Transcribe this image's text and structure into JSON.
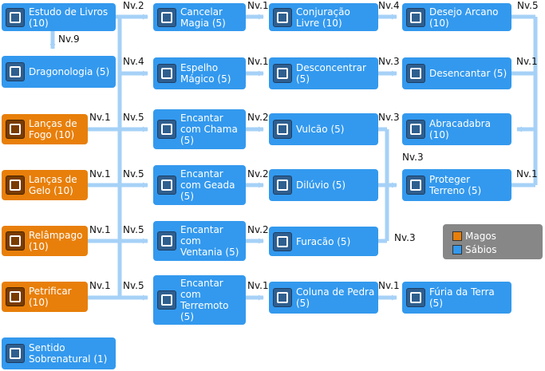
{
  "colors": {
    "sabio": "#3399ee",
    "mago": "#e87f0a",
    "line": "#a6d1f7",
    "legend_bg": "#878787"
  },
  "nodes": [
    {
      "id": "estudo",
      "label": "Estudo de Livros (10)",
      "class": "sabio",
      "icon": "book-icon"
    },
    {
      "id": "dragonologia",
      "label": "Dragonologia (5)",
      "class": "sabio",
      "icon": "dragon-icon"
    },
    {
      "id": "lancas-fogo",
      "label": "Lanças de Fogo (10)",
      "class": "mago",
      "icon": "fire-spear-icon"
    },
    {
      "id": "lancas-gelo",
      "label": "Lanças de Gelo (10)",
      "class": "mago",
      "icon": "ice-spear-icon"
    },
    {
      "id": "relampago",
      "label": "Relâmpago (10)",
      "class": "mago",
      "icon": "lightning-icon"
    },
    {
      "id": "petrificar",
      "label": "Petrificar (10)",
      "class": "mago",
      "icon": "stone-icon"
    },
    {
      "id": "sentido",
      "label": "Sentido Sobrenatural (1)",
      "class": "sabio",
      "icon": "sense-icon"
    },
    {
      "id": "cancelar",
      "label": "Cancelar Magia (5)",
      "class": "sabio",
      "icon": "cancel-magic-icon"
    },
    {
      "id": "espelho",
      "label": "Espelho Mágico (5)",
      "class": "sabio",
      "icon": "mirror-icon"
    },
    {
      "id": "enc-chama",
      "label": "Encantar com Chama (5)",
      "class": "sabio",
      "icon": "flame-enchant-icon"
    },
    {
      "id": "enc-geada",
      "label": "Encantar com Geada (5)",
      "class": "sabio",
      "icon": "frost-enchant-icon"
    },
    {
      "id": "enc-ventania",
      "label": "Encantar com Ventania (5)",
      "class": "sabio",
      "icon": "wind-enchant-icon"
    },
    {
      "id": "enc-terremoto",
      "label": "Encantar com Terremoto (5)",
      "class": "sabio",
      "icon": "quake-enchant-icon"
    },
    {
      "id": "conjuracao",
      "label": "Conjuração Livre (10)",
      "class": "sabio",
      "icon": "free-cast-icon"
    },
    {
      "id": "desconcentrar",
      "label": "Desconcentrar (5)",
      "class": "sabio",
      "icon": "distract-icon"
    },
    {
      "id": "vulcao",
      "label": "Vulcão (5)",
      "class": "sabio",
      "icon": "volcano-icon"
    },
    {
      "id": "diluvio",
      "label": "Dilúvio (5)",
      "class": "sabio",
      "icon": "deluge-icon"
    },
    {
      "id": "furacao",
      "label": "Furacão (5)",
      "class": "sabio",
      "icon": "hurricane-icon"
    },
    {
      "id": "coluna",
      "label": "Coluna de Pedra (5)",
      "class": "sabio",
      "icon": "stone-pillar-icon"
    },
    {
      "id": "desejo",
      "label": "Desejo Arcano (10)",
      "class": "sabio",
      "icon": "arcane-wish-icon"
    },
    {
      "id": "desencantar",
      "label": "Desencantar (5)",
      "class": "sabio",
      "icon": "disenchant-icon"
    },
    {
      "id": "abracadabra",
      "label": "Abracadabra (10)",
      "class": "sabio",
      "icon": "abracadabra-icon"
    },
    {
      "id": "proteger",
      "label": "Proteger Terreno (5)",
      "class": "sabio",
      "icon": "shield-ground-icon"
    },
    {
      "id": "furia",
      "label": "Fúria da Terra (5)",
      "class": "sabio",
      "icon": "earth-fury-icon"
    }
  ],
  "levels": [
    "Nv.2",
    "Nv.9",
    "Nv.4",
    "Nv.1",
    "Nv.1",
    "Nv.1",
    "Nv.1",
    "Nv.5",
    "Nv.5",
    "Nv.5",
    "Nv.5",
    "Nv.1",
    "Nv.1",
    "Nv.2",
    "Nv.2",
    "Nv.2",
    "Nv.1",
    "Nv.4",
    "Nv.3",
    "Nv.3",
    "Nv.3",
    "Nv.3",
    "Nv.1",
    "Nv.5",
    "Nv.1",
    "Nv.1"
  ],
  "legend": {
    "mago": "Magos",
    "sabio": "Sábios"
  }
}
